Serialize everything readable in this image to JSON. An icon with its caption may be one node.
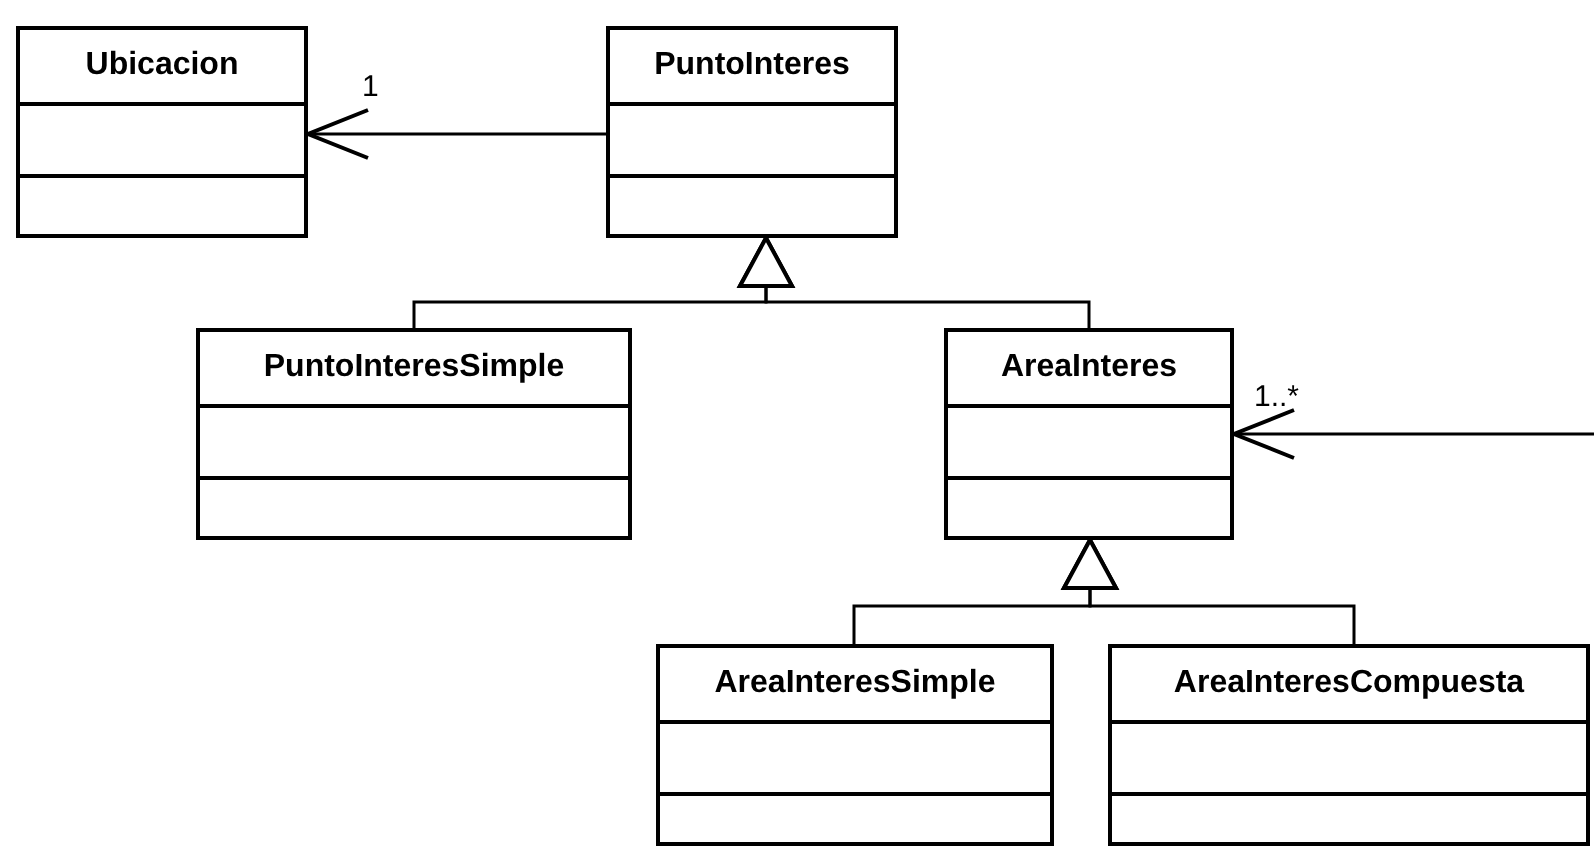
{
  "diagram": {
    "nodes": [
      {
        "text": [
          "Ubicacion"
        ]
      },
      {
        "text": [
          "PuntoInteres"
        ]
      },
      {
        "text": [
          "PuntoInteresSimple"
        ]
      },
      {
        "text": [
          "AreaInteres"
        ]
      },
      {
        "text": [
          "AreaInteresSimple"
        ]
      },
      {
        "text": [
          "AreaInteresCompuesta"
        ]
      }
    ],
    "edges": [
      {
        "from": 1,
        "to": 0,
        "arrow": "to",
        "label": "1"
      },
      {
        "from": 2,
        "to": 1,
        "arrow": "to"
      },
      {
        "from": 3,
        "to": 1,
        "arrow": "to"
      },
      {
        "from": null,
        "to": 3,
        "arrow": "to",
        "label": "1..*"
      },
      {
        "from": 4,
        "to": 3,
        "arrow": "to"
      },
      {
        "from": 5,
        "to": 3,
        "arrow": "to"
      }
    ]
  }
}
